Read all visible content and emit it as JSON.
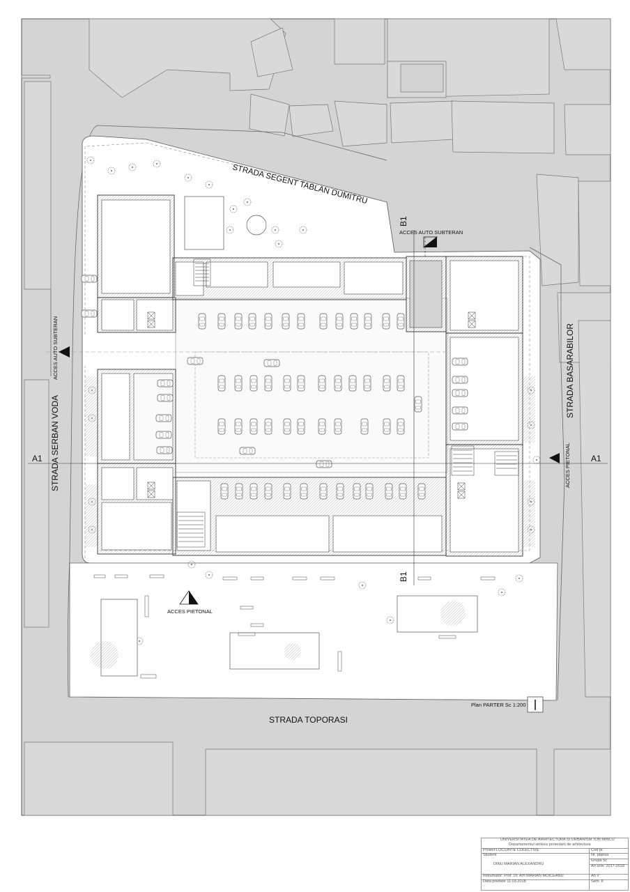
{
  "streets": {
    "north": "STRADA SEGENT TABLAN DUMITRU",
    "west": "STRADA SERBAN VODA",
    "east": "STRADA BASARABILOR",
    "south": "STRADA TOPORASI"
  },
  "access": {
    "north_car": "ACCES AUTO SUBTERAN",
    "west_car": "ACCES AUTO SUBTERAN",
    "east_ped": "ACCES PIETONAL",
    "south_ped": "ACCES PIETONAL"
  },
  "sections": {
    "a_left": "A1",
    "a_right": "A1",
    "b_top": "B1",
    "b_bottom": "B1"
  },
  "plan_scale": "Plan PARTER  Sc 1:200",
  "title_block": {
    "university": "UNIVERSITATEA DE ARHITECTURA SI URBANISM 'ION MINCU'",
    "department": "Departamentul sinteza proiectarii de arhitectura",
    "project": "Proiect  LOCUINTE COLECTIVE",
    "student_label": "Student",
    "student": "DINU MARIAN ALEXANDRU",
    "tutor": "Indrumator: Prof. Dr. Arh MARIAN MOICEANU",
    "date": "Data predare 11.03.2018",
    "code": "Cod pr.",
    "sheet_no": "Nr. plansa",
    "group": "Grupa   5c",
    "year": "An univ. 2017-2018",
    "year_of_study": "An V",
    "semester": "Sem. II"
  }
}
